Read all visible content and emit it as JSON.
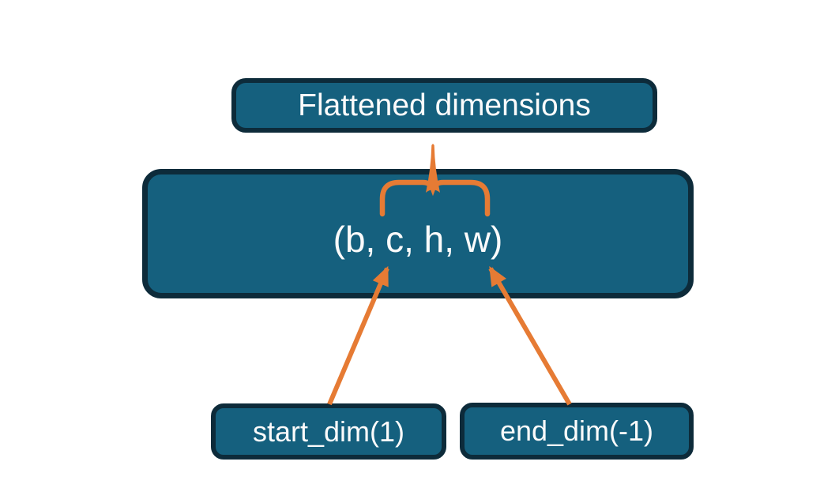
{
  "title_box": {
    "label": "Flattened dimensions"
  },
  "tensor_box": {
    "label": "(b, c, h, w)"
  },
  "start_dim_box": {
    "label": "start_dim(1)"
  },
  "end_dim_box": {
    "label": "end_dim(-1)"
  },
  "icons": {
    "brace": "curly-brace-up",
    "arrows": [
      "start-dim-arrow",
      "end-dim-arrow"
    ]
  },
  "colors": {
    "box_fill": "#15607e",
    "box_border": "#0d2b3a",
    "text_color": "#fbfbfb",
    "accent_orange": "#e67b34",
    "background": "#ffffff"
  }
}
